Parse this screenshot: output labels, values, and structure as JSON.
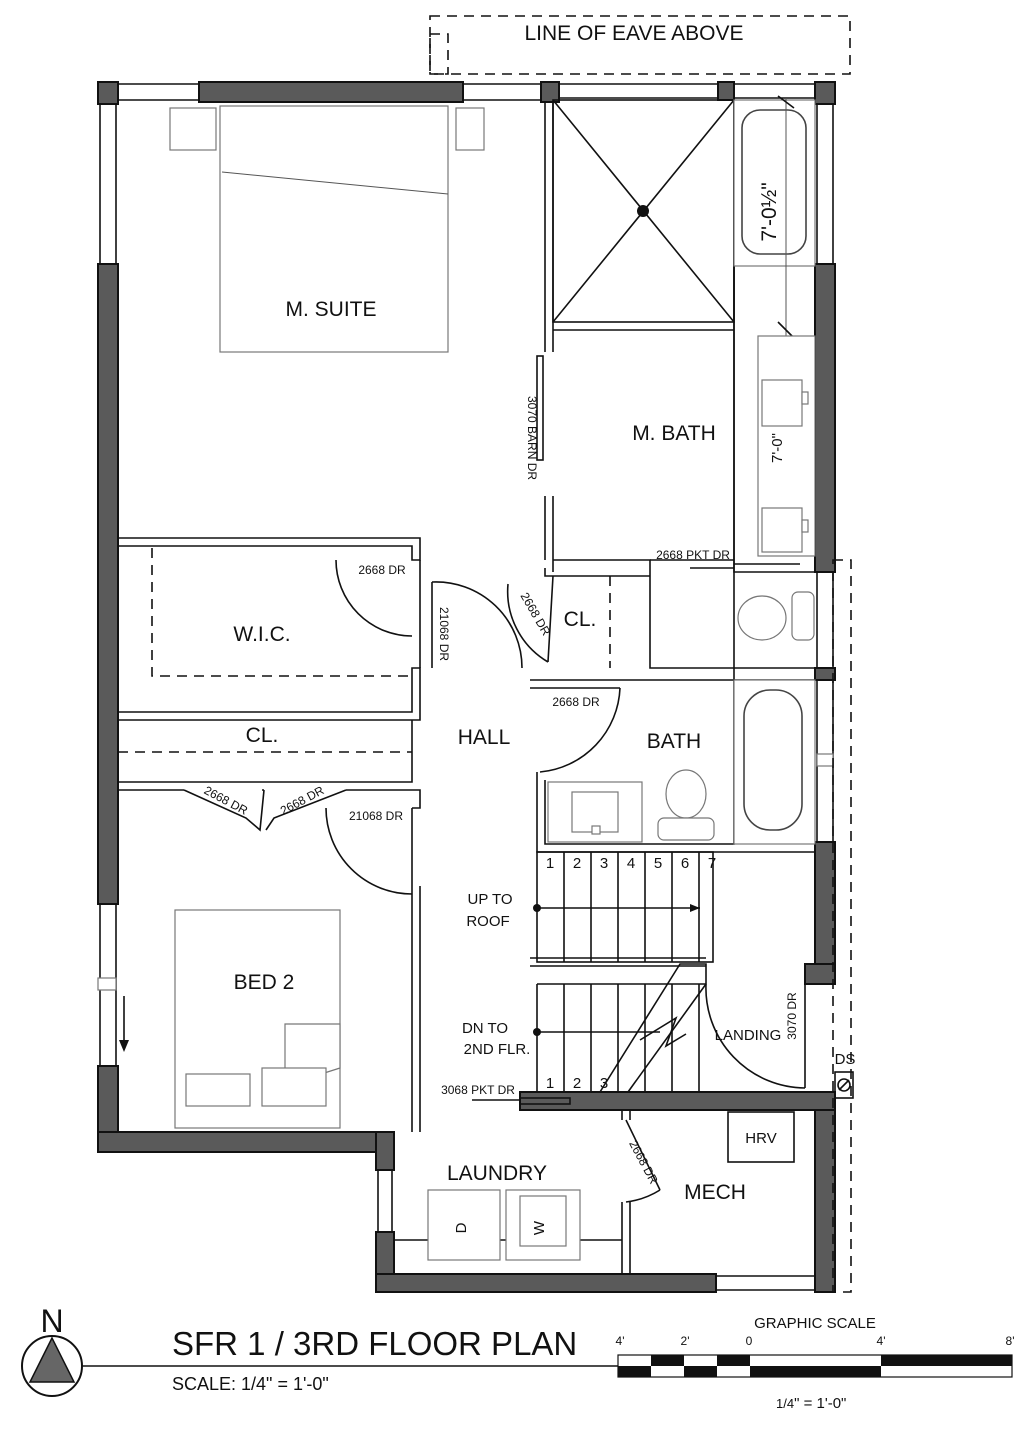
{
  "title": "SFR 1 / 3RD FLOOR PLAN",
  "scale_note": "SCALE: 1/4\" = 1'-0\"",
  "north": "N",
  "graphic_scale": {
    "heading": "GRAPHIC SCALE",
    "ticks": [
      "4'",
      "2'",
      "0",
      "4'",
      "8'"
    ],
    "ratio_frac": "1/4",
    "ratio_rest": "\" = 1'-0\""
  },
  "rooms": {
    "m_suite": "M. SUITE",
    "m_bath": "M. BATH",
    "wic": "W.I.C.",
    "closet_1": "CL.",
    "closet_2": "CL.",
    "hall": "HALL",
    "bath": "BATH",
    "bed_2": "BED 2",
    "laundry": "LAUNDRY",
    "mech": "MECH",
    "landing": "LANDING"
  },
  "labels": {
    "eave": "LINE OF EAVE ABOVE",
    "dim_tub": "7'-0½\"",
    "dim_vanity": "7'-0\"",
    "barn_door": "3070 BARN DR",
    "pkt_door_bath": "2668 PKT DR",
    "door_wic": "2668 DR",
    "door_wic_double": "21068 DR",
    "door_cl_hall": "2668 DR",
    "door_bath": "2668 DR",
    "door_cl_left": "2668 DR",
    "door_cl_right": "2668 DR",
    "door_bed2": "21068 DR",
    "up_roof_1": "UP TO",
    "up_roof_2": "ROOF",
    "dn_1": "DN TO",
    "dn_2": "2ND FLR.",
    "pkt_door_laundry": "3068 PKT DR",
    "door_mech": "2668 DR",
    "door_landing": "3070 DR",
    "ds": "DS",
    "hrv": "HRV",
    "dryer": "D",
    "washer": "W"
  },
  "stairs_up": [
    "1",
    "2",
    "3",
    "4",
    "5",
    "6",
    "7"
  ],
  "stairs_down": [
    "1",
    "2",
    "3"
  ]
}
